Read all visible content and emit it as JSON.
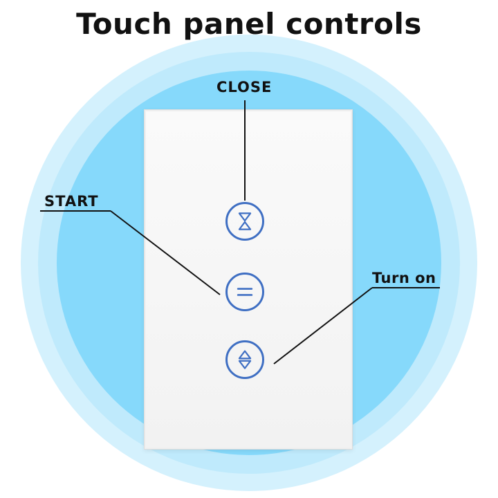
{
  "title": "Touch panel controls",
  "labels": {
    "close": "CLOSE",
    "start": "START",
    "turn_on": "Turn on"
  },
  "colors": {
    "accent": "#3f6fc3",
    "background_circle": "#86d9fb"
  },
  "icons": {
    "top_button": "close-icon",
    "middle_button": "pause-icon",
    "bottom_button": "open-icon"
  }
}
